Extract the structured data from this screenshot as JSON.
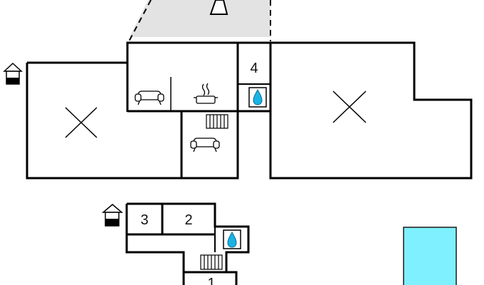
{
  "floor_plan": {
    "colors": {
      "wall": "#000000",
      "background": "#ffffff",
      "terrace": "#e3e3e3",
      "pool_fill": "#7ff0ff",
      "pool_stroke": "#1a1a1a",
      "water_drop": "#1ab3e6"
    },
    "room_numbers": {
      "upper_bath": "4",
      "lower_left": "3",
      "lower_middle": "2",
      "lower_bottom": "1"
    },
    "icons": [
      "entrance-house-icon",
      "sofa-icon",
      "cooking-pot-icon",
      "radiator-icon",
      "water-drop-icon",
      "unfurnished-room-cross-icon",
      "north-arrow-icon",
      "swimming-pool"
    ]
  }
}
